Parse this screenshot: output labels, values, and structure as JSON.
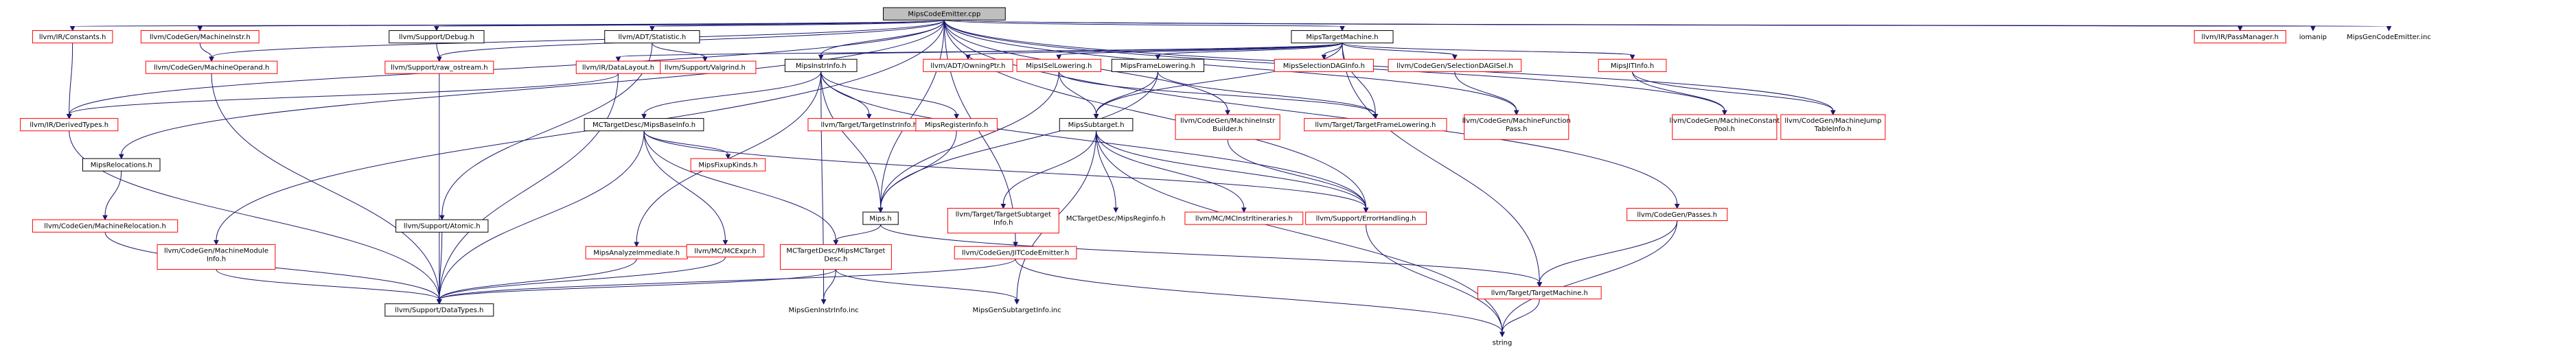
{
  "diagram": {
    "type": "include-dependency-graph",
    "root": "MipsCodeEmitter.cpp",
    "colors": {
      "edge": "#191970",
      "root_fill": "#bfbfbf",
      "node_border": "#000000",
      "missing_border": "#ff0000"
    },
    "nodes": [
      {
        "id": "root",
        "label": "MipsCodeEmitter.cpp",
        "style": "root"
      },
      {
        "id": "ir_constants",
        "label": "llvm/IR/Constants.h",
        "style": "missing"
      },
      {
        "id": "cg_machineinstr",
        "label": "llvm/CodeGen/MachineInstr.h",
        "style": "missing"
      },
      {
        "id": "support_debug",
        "label": "llvm/Support/Debug.h",
        "style": "std"
      },
      {
        "id": "adt_statistic",
        "label": "llvm/ADT/Statistic.h",
        "style": "std"
      },
      {
        "id": "mips_target_machine",
        "label": "MipsTargetMachine.h",
        "style": "std"
      },
      {
        "id": "ir_passmanager",
        "label": "llvm/IR/PassManager.h",
        "style": "missing"
      },
      {
        "id": "iomanip",
        "label": "iomanip",
        "style": "plain"
      },
      {
        "id": "mips_gen_code_emitter",
        "label": "MipsGenCodeEmitter.inc",
        "style": "plain"
      },
      {
        "id": "cg_machine_operand",
        "label": "llvm/CodeGen/MachineOperand.h",
        "style": "missing"
      },
      {
        "id": "support_raw_ostream",
        "label": "llvm/Support/raw_ostream.h",
        "style": "missing"
      },
      {
        "id": "support_valgrind",
        "label": "llvm/Support/Valgrind.h",
        "style": "missing"
      },
      {
        "id": "ir_datalayout",
        "label": "llvm/IR/DataLayout.h",
        "style": "missing"
      },
      {
        "id": "mips_instr_info",
        "label": "MipsInstrInfo.h",
        "style": "std"
      },
      {
        "id": "adt_owning_ptr",
        "label": "llvm/ADT/OwningPtr.h",
        "style": "missing"
      },
      {
        "id": "mips_isel_lowering",
        "label": "MipsISelLowering.h",
        "style": "missing"
      },
      {
        "id": "mips_frame_lowering",
        "label": "MipsFrameLowering.h",
        "style": "std"
      },
      {
        "id": "mips_selection_dag_info",
        "label": "MipsSelectionDAGInfo.h",
        "style": "missing"
      },
      {
        "id": "cg_selection_dag_isel",
        "label": "llvm/CodeGen/SelectionDAGISel.h",
        "style": "missing"
      },
      {
        "id": "mips_jit_info",
        "label": "MipsJITInfo.h",
        "style": "missing"
      },
      {
        "id": "ir_derived_types",
        "label": "llvm/IR/DerivedTypes.h",
        "style": "missing"
      },
      {
        "id": "mctargetdesc_base_info",
        "label": "MCTargetDesc/MipsBaseInfo.h",
        "style": "std"
      },
      {
        "id": "target_instr_info",
        "label": "llvm/Target/TargetInstrInfo.h",
        "style": "missing"
      },
      {
        "id": "mips_register_info",
        "label": "MipsRegisterInfo.h",
        "style": "missing"
      },
      {
        "id": "mips_subtarget",
        "label": "MipsSubtarget.h",
        "style": "std"
      },
      {
        "id": "cg_machine_instr_builder",
        "label": "llvm/CodeGen/MachineInstr Builder.h",
        "style": "missing"
      },
      {
        "id": "target_frame_lowering",
        "label": "llvm/Target/TargetFrameLowering.h",
        "style": "missing"
      },
      {
        "id": "cg_machine_function_pass",
        "label": "llvm/CodeGen/MachineFunction Pass.h",
        "style": "missing"
      },
      {
        "id": "cg_machine_constant_pool",
        "label": "llvm/CodeGen/MachineConstant Pool.h",
        "style": "missing"
      },
      {
        "id": "cg_machine_jump_table_info",
        "label": "llvm/CodeGen/MachineJump TableInfo.h",
        "style": "missing"
      },
      {
        "id": "mips_relocations",
        "label": "MipsRelocations.h",
        "style": "std"
      },
      {
        "id": "mips_fixup_kinds",
        "label": "MipsFixupKinds.h",
        "style": "missing"
      },
      {
        "id": "mips_h",
        "label": "Mips.h",
        "style": "std"
      },
      {
        "id": "target_subtarget_info",
        "label": "llvm/Target/TargetSubtarget Info.h",
        "style": "missing"
      },
      {
        "id": "mctargetdesc_reg_info",
        "label": "MCTargetDesc/MipsReginfo.h",
        "style": "plain"
      },
      {
        "id": "mc_instr_itineraries",
        "label": "llvm/MC/MCInstrItineraries.h",
        "style": "missing"
      },
      {
        "id": "support_error_handling",
        "label": "llvm/Support/ErrorHandling.h",
        "style": "missing"
      },
      {
        "id": "cg_passes",
        "label": "llvm/CodeGen/Passes.h",
        "style": "missing"
      },
      {
        "id": "cg_machine_relocation",
        "label": "llvm/CodeGen/MachineRelocation.h",
        "style": "missing"
      },
      {
        "id": "cg_machine_module_info",
        "label": "llvm/CodeGen/MachineModule Info.h",
        "style": "missing"
      },
      {
        "id": "support_atomic",
        "label": "llvm/Support/Atomic.h",
        "style": "std"
      },
      {
        "id": "mips_analyze_immediate",
        "label": "MipsAnalyzeImmediate.h",
        "style": "missing"
      },
      {
        "id": "mc_mcexpr",
        "label": "llvm/MC/MCExpr.h",
        "style": "missing"
      },
      {
        "id": "mctargetdesc_mc_target_desc",
        "label": "MCTargetDesc/MipsMCTarget Desc.h",
        "style": "missing"
      },
      {
        "id": "cg_jit_code_emitter",
        "label": "llvm/CodeGen/JITCodeEmitter.h",
        "style": "missing"
      },
      {
        "id": "target_target_machine",
        "label": "llvm/Target/TargetMachine.h",
        "style": "missing"
      },
      {
        "id": "support_data_types",
        "label": "llvm/Support/DataTypes.h",
        "style": "std"
      },
      {
        "id": "mips_gen_instr_info",
        "label": "MipsGenInstrInfo.inc",
        "style": "plain"
      },
      {
        "id": "mips_gen_subtarget_info",
        "label": "MipsGenSubtargetInfo.inc",
        "style": "plain"
      },
      {
        "id": "string",
        "label": "string",
        "style": "plain"
      }
    ],
    "edges": [
      [
        "root",
        "ir_constants"
      ],
      [
        "root",
        "cg_machineinstr"
      ],
      [
        "root",
        "support_debug"
      ],
      [
        "root",
        "adt_statistic"
      ],
      [
        "root",
        "mips_target_machine"
      ],
      [
        "root",
        "ir_passmanager"
      ],
      [
        "root",
        "iomanip"
      ],
      [
        "root",
        "mips_gen_code_emitter"
      ],
      [
        "root",
        "cg_machine_operand"
      ],
      [
        "root",
        "support_raw_ostream"
      ],
      [
        "root",
        "mips_instr_info"
      ],
      [
        "root",
        "ir_derived_types"
      ],
      [
        "root",
        "mips_relocations"
      ],
      [
        "root",
        "cg_machine_module_info"
      ],
      [
        "root",
        "mips_h"
      ],
      [
        "root",
        "cg_jit_code_emitter"
      ],
      [
        "root",
        "cg_passes"
      ],
      [
        "root",
        "cg_machine_constant_pool"
      ],
      [
        "root",
        "cg_machine_jump_table_info"
      ],
      [
        "root",
        "cg_machine_function_pass"
      ],
      [
        "root",
        "cg_machine_instr_builder"
      ],
      [
        "root",
        "support_error_handling"
      ],
      [
        "ir_constants",
        "ir_derived_types"
      ],
      [
        "cg_machineinstr",
        "cg_machine_operand"
      ],
      [
        "support_debug",
        "support_raw_ostream"
      ],
      [
        "adt_statistic",
        "support_valgrind"
      ],
      [
        "adt_statistic",
        "support_atomic"
      ],
      [
        "mips_target_machine",
        "ir_datalayout"
      ],
      [
        "mips_target_machine",
        "mips_instr_info"
      ],
      [
        "mips_target_machine",
        "adt_owning_ptr"
      ],
      [
        "mips_target_machine",
        "mips_isel_lowering"
      ],
      [
        "mips_target_machine",
        "mips_frame_lowering"
      ],
      [
        "mips_target_machine",
        "mips_selection_dag_info"
      ],
      [
        "mips_target_machine",
        "cg_selection_dag_isel"
      ],
      [
        "mips_target_machine",
        "mips_jit_info"
      ],
      [
        "mips_target_machine",
        "mips_subtarget"
      ],
      [
        "mips_target_machine",
        "target_target_machine"
      ],
      [
        "mips_target_machine",
        "target_frame_lowering"
      ],
      [
        "cg_machine_operand",
        "support_data_types"
      ],
      [
        "support_raw_ostream",
        "support_data_types"
      ],
      [
        "ir_datalayout",
        "ir_derived_types"
      ],
      [
        "ir_datalayout",
        "support_data_types"
      ],
      [
        "mips_instr_info",
        "mctargetdesc_base_info"
      ],
      [
        "mips_instr_info",
        "target_instr_info"
      ],
      [
        "mips_instr_info",
        "mips_register_info"
      ],
      [
        "mips_instr_info",
        "mips_h"
      ],
      [
        "mips_instr_info",
        "mips_analyze_immediate"
      ],
      [
        "mips_instr_info",
        "mips_gen_instr_info"
      ],
      [
        "mips_instr_info",
        "support_error_handling"
      ],
      [
        "mips_isel_lowering",
        "mips_subtarget"
      ],
      [
        "mips_isel_lowering",
        "mips_h"
      ],
      [
        "mips_isel_lowering",
        "target_frame_lowering"
      ],
      [
        "mips_frame_lowering",
        "mips_subtarget"
      ],
      [
        "mips_frame_lowering",
        "mips_h"
      ],
      [
        "mips_frame_lowering",
        "target_frame_lowering"
      ],
      [
        "cg_selection_dag_isel",
        "cg_machine_function_pass"
      ],
      [
        "mips_jit_info",
        "cg_machine_constant_pool"
      ],
      [
        "mips_jit_info",
        "cg_machine_jump_table_info"
      ],
      [
        "ir_derived_types",
        "support_data_types"
      ],
      [
        "mctargetdesc_base_info",
        "mips_fixup_kinds"
      ],
      [
        "mctargetdesc_base_info",
        "mc_mcexpr"
      ],
      [
        "mctargetdesc_base_info",
        "mctargetdesc_mc_target_desc"
      ],
      [
        "mctargetdesc_base_info",
        "support_data_types"
      ],
      [
        "mctargetdesc_base_info",
        "support_error_handling"
      ],
      [
        "mips_register_info",
        "mips_h"
      ],
      [
        "mips_subtarget",
        "target_subtarget_info"
      ],
      [
        "mips_subtarget",
        "mctargetdesc_reg_info"
      ],
      [
        "mips_subtarget",
        "mc_instr_itineraries"
      ],
      [
        "mips_subtarget",
        "support_error_handling"
      ],
      [
        "mips_subtarget",
        "mips_gen_subtarget_info"
      ],
      [
        "mips_subtarget",
        "string"
      ],
      [
        "mips_relocations",
        "cg_machine_relocation"
      ],
      [
        "cg_machine_relocation",
        "support_data_types"
      ],
      [
        "cg_machine_module_info",
        "support_data_types"
      ],
      [
        "support_atomic",
        "support_data_types"
      ],
      [
        "mips_analyze_immediate",
        "support_data_types"
      ],
      [
        "mc_mcexpr",
        "support_data_types"
      ],
      [
        "mips_h",
        "mctargetdesc_mc_target_desc"
      ],
      [
        "mips_h",
        "target_target_machine"
      ],
      [
        "mctargetdesc_mc_target_desc",
        "support_data_types"
      ],
      [
        "mctargetdesc_mc_target_desc",
        "mips_gen_instr_info"
      ],
      [
        "mctargetdesc_mc_target_desc",
        "mips_gen_subtarget_info"
      ],
      [
        "cg_jit_code_emitter",
        "support_data_types"
      ],
      [
        "cg_jit_code_emitter",
        "string"
      ],
      [
        "cg_passes",
        "target_target_machine"
      ],
      [
        "cg_passes",
        "string"
      ],
      [
        "target_target_machine",
        "string"
      ],
      [
        "support_error_handling",
        "string"
      ],
      [
        "cg_machine_instr_builder",
        "support_error_handling"
      ]
    ]
  }
}
